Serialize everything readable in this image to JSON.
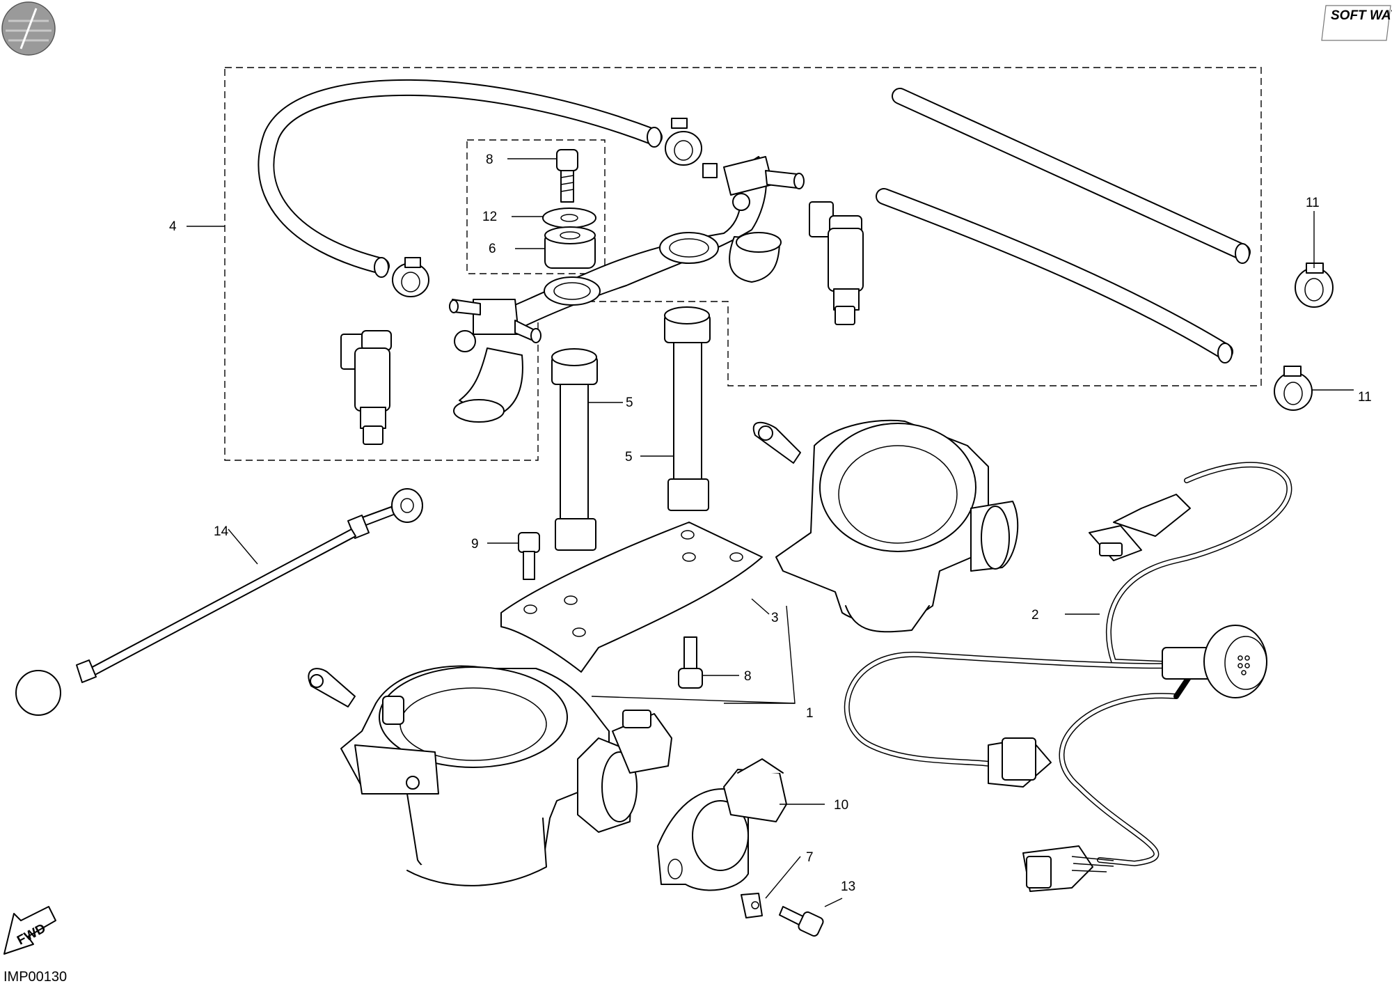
{
  "drawing_code": "IMP00130",
  "logo_text": "SOFT WAY",
  "fwd_arrow_text": "FWD",
  "callouts": [
    {
      "id": "c4",
      "text": "4"
    },
    {
      "id": "c8a",
      "text": "8"
    },
    {
      "id": "c12",
      "text": "12"
    },
    {
      "id": "c6",
      "text": "6"
    },
    {
      "id": "c5a",
      "text": "5"
    },
    {
      "id": "c5b",
      "text": "5"
    },
    {
      "id": "c9",
      "text": "9"
    },
    {
      "id": "c14",
      "text": "14"
    },
    {
      "id": "c3",
      "text": "3"
    },
    {
      "id": "c8b",
      "text": "8"
    },
    {
      "id": "c1",
      "text": "1"
    },
    {
      "id": "c10",
      "text": "10"
    },
    {
      "id": "c7",
      "text": "7"
    },
    {
      "id": "c13",
      "text": "13"
    },
    {
      "id": "c2",
      "text": "2"
    },
    {
      "id": "c11a",
      "text": "11"
    },
    {
      "id": "c11b",
      "text": "11"
    }
  ]
}
